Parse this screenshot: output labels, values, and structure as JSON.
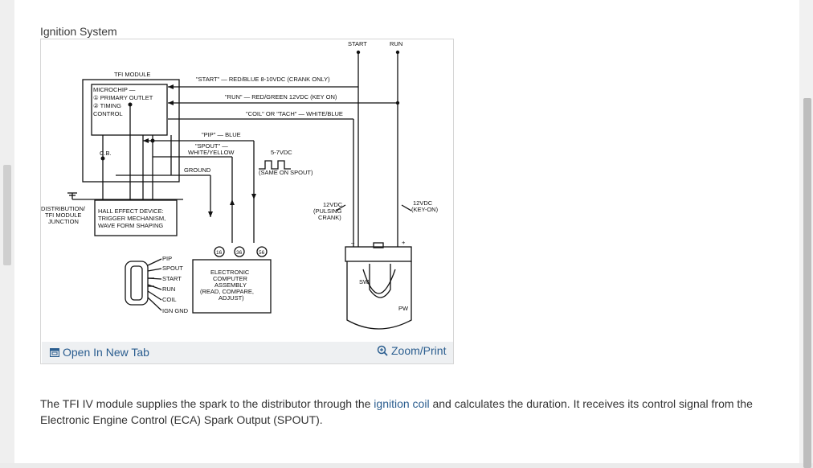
{
  "caption": "Ignition System",
  "diagram": {
    "top_labels": {
      "start": "START",
      "run": "RUN"
    },
    "tfi_module": "TFI MODULE",
    "microchip_lines": [
      "MICROCHIP —",
      "① PRIMARY OUTLET",
      "② TIMING",
      "CONTROL"
    ],
    "cb": "C.B.",
    "wire_start": "\"START\" — RED/BLUE   8-10VDC (CRANK ONLY)",
    "wire_run": "\"RUN\" — RED/GREEN   12VDC (KEY ON)",
    "wire_coil": "\"COIL\" OR \"TACH\" — WHITE/BLUE",
    "wire_pip": "\"PIP\" — BLUE",
    "wire_spout_1": "\"SPOUT\" —",
    "wire_spout_2": "WHITE/YELLOW",
    "ground": "GROUND",
    "volt_57": "5-7VDC",
    "same_on_spout": "(SAME ON SPOUT)",
    "dist_junction": [
      "DISTRIBUTION/",
      "TFI MODULE",
      "JUNCTION"
    ],
    "hall_effect": [
      "HALL EFFECT DEVICE:",
      "TRIGGER MECHANISM,",
      "WAVE FORM SHAPING"
    ],
    "v12_pulsing": [
      "12VDC",
      "(PULSING",
      "CRANK)"
    ],
    "v12_keyon": [
      "12VDC",
      "(KEY-ON)"
    ],
    "pins": [
      "16",
      "36",
      "56"
    ],
    "eca": [
      "ELECTRONIC",
      "COMPUTER",
      "ASSEMBLY",
      "(READ, COMPARE,",
      "ADJUST)"
    ],
    "connector_pins": [
      "PIP",
      "SPOUT",
      "START",
      "RUN",
      "COIL",
      "IGN GND"
    ],
    "coil_sw": "SW",
    "coil_pw": "PW",
    "minus": "–",
    "plus": "+"
  },
  "links": {
    "open_new_tab": "Open In New Tab",
    "zoom_print": "Zoom/Print"
  },
  "paragraph": {
    "before": "The TFI IV module supplies the spark to the distributor through the ",
    "link": "ignition coil",
    "after": " and calculates the duration. It receives its control signal from the Electronic Engine Control (ECA) Spark Output (SPOUT)."
  }
}
